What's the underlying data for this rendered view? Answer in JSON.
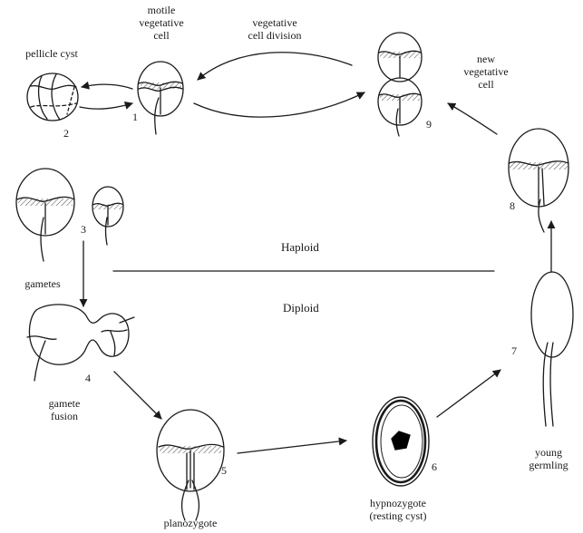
{
  "labels": {
    "motile_vegetative_cell": "motile\nvegetative\ncell",
    "pellicle_cyst": "pellicle cyst",
    "vegetative_cell_division": "vegetative\ncell division",
    "new_vegetative_cell": "new\nvegetative\ncell",
    "gametes": "gametes",
    "gamete_fusion": "gamete\nfusion",
    "planozygote": "planozygote",
    "hypnozygote": "hypnozygote\n(resting cyst)",
    "young_germling": "young\ngermling",
    "haploid": "Haploid",
    "diploid": "Diploid"
  },
  "stage_numbers": {
    "n1": "1",
    "n2": "2",
    "n3": "3",
    "n4": "4",
    "n5": "5",
    "n6": "6",
    "n7": "7",
    "n8": "8",
    "n9": "9"
  },
  "colors": {
    "ink": "#1a1a1a",
    "background": "#ffffff",
    "nucleus": "#000000"
  }
}
